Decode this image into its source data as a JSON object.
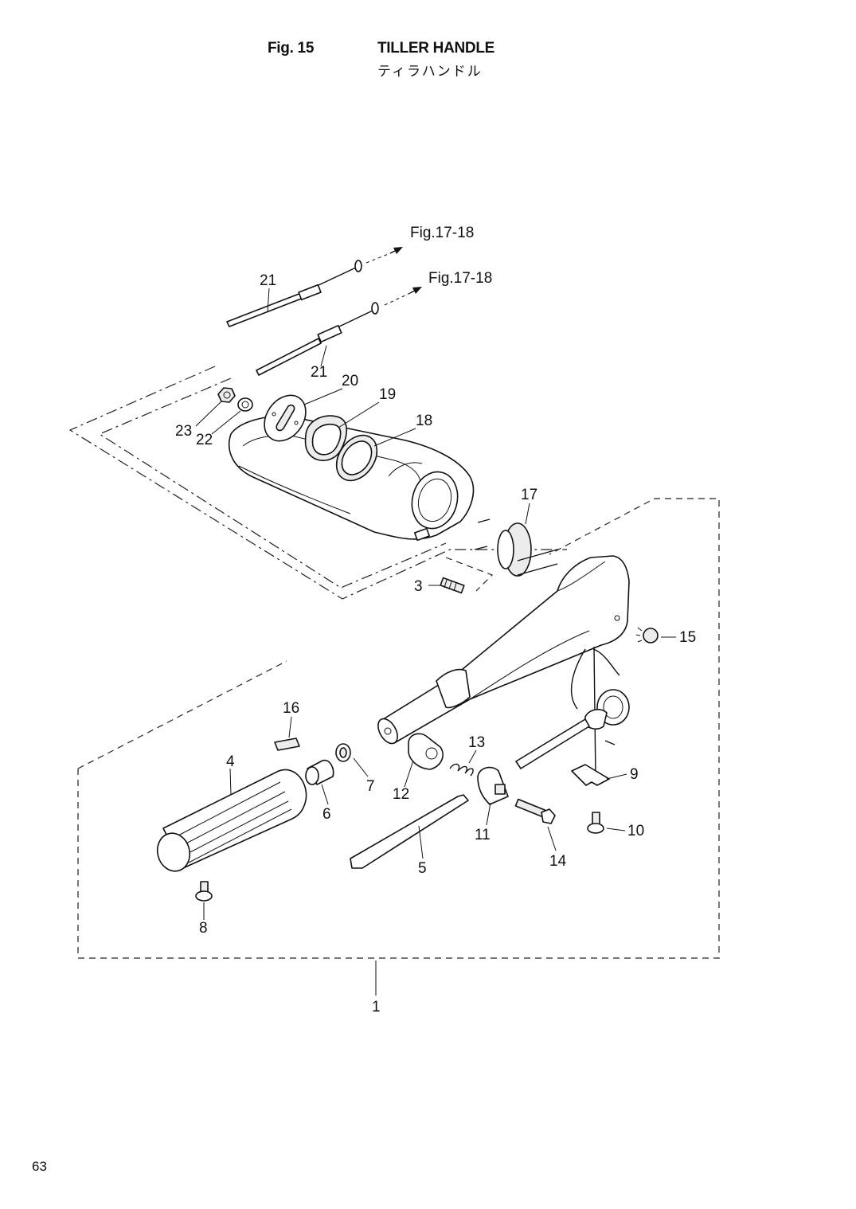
{
  "header": {
    "fig_number": "Fig. 15",
    "title": "TILLER HANDLE",
    "title_jp": "ティラハンドル"
  },
  "references": {
    "ref_upper": "Fig.17-18",
    "ref_lower": "Fig.17-18"
  },
  "callouts": {
    "p1": "1",
    "p3": "3",
    "p4": "4",
    "p5": "5",
    "p6": "6",
    "p7": "7",
    "p8": "8",
    "p9": "9",
    "p10": "10",
    "p11": "11",
    "p12": "12",
    "p13": "13",
    "p14": "14",
    "p15": "15",
    "p16": "16",
    "p17": "17",
    "p18": "18",
    "p19": "19",
    "p20": "20",
    "p21a": "21",
    "p21b": "21",
    "p22": "22",
    "p23": "23"
  },
  "footer": {
    "page_number": "63"
  }
}
